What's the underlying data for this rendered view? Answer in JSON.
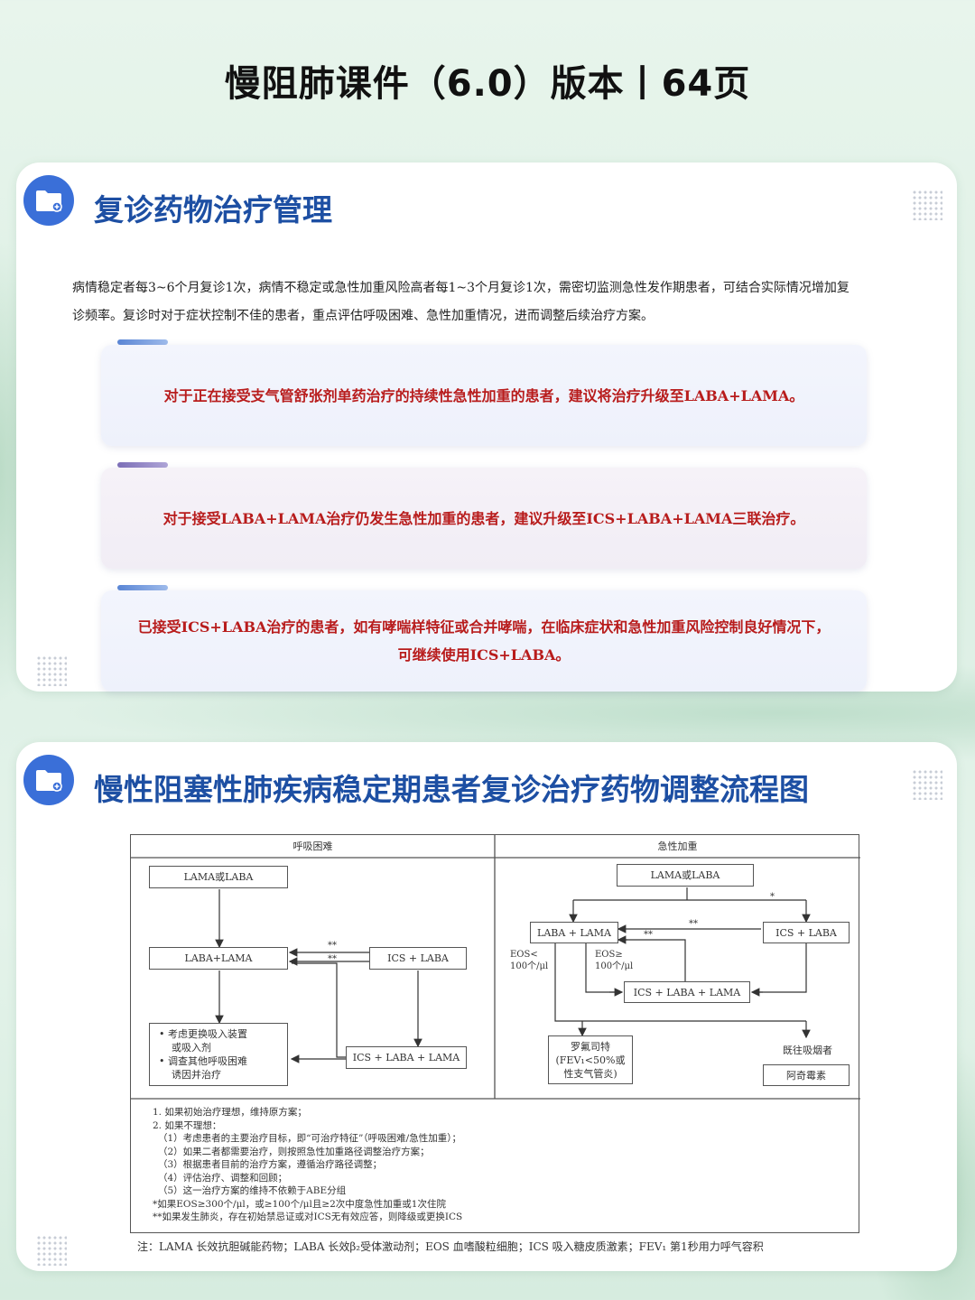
{
  "page_title": "慢阻肺课件（6.0）版本丨64页",
  "section1": {
    "icon": "folder-icon",
    "title": "复诊药物治疗管理",
    "intro_line1": "病情稳定者每3~6个月复诊1次，病情不稳定或急性加重风险高者每1~3个月复诊1次，需密切监测急性发作期患者，可结合实际情况增加复",
    "intro_line2": "诊频率。复诊时对于症状控制不佳的患者，重点评估呼吸困难、急性加重情况，进而调整后续治疗方案。",
    "recommendations": [
      {
        "line1": "对于正在接受支气管舒张剂单药治疗的持续性急性加重的患者，建议将治疗升级至LABA+LAMA。",
        "line2": ""
      },
      {
        "line1": "对于接受LABA+LAMA治疗仍发生急性加重的患者，建议升级至ICS+LABA+LAMA三联治疗。",
        "line2": ""
      },
      {
        "line1": "已接受ICS+LABA治疗的患者，如有哮喘样特征或合并哮喘，在临床症状和急性加重风险控制良好情况下，",
        "line2": "可继续使用ICS+LABA。"
      }
    ]
  },
  "section2": {
    "icon": "folder-icon",
    "title": "慢性阻塞性肺疾病稳定期患者复诊治疗药物调整流程图",
    "flowchart": {
      "left_header": "呼吸困难",
      "right_header": "急性加重",
      "left": {
        "start": "LAMA或LABA",
        "dual": "LABA+LAMA",
        "ics_laba": "ICS + LABA",
        "triple": "ICS + LABA + LAMA",
        "consider_1a": "• 考虑更换吸入装置",
        "consider_1b": "或吸入剂",
        "consider_2a": "• 调查其他呼吸困难",
        "consider_2b": "诱因并治疗",
        "mark_top": "**",
        "mark_bottom": "**"
      },
      "right": {
        "start": "LAMA或LABA",
        "dual": "LABA + LAMA",
        "ics_laba": "ICS + LABA",
        "triple": "ICS + LABA + LAMA",
        "eos_low_1": "EOS<",
        "eos_low_2": "100个/μl",
        "eos_high_1": "EOS≥",
        "eos_high_2": "100个/μl",
        "roflumilast_1": "罗氟司特",
        "roflumilast_2": "(FEV₁<50%或",
        "roflumilast_3": "性支气管炎)",
        "former_smoker": "既往吸烟者",
        "azithromycin": "阿奇霉素",
        "mark_star": "*",
        "mark_dstar_top": "**",
        "mark_dstar_bottom": "**"
      },
      "notes": [
        "1. 如果初始治疗理想，维持原方案；",
        "2. 如果不理想：",
        "（1）考虑患者的主要治疗目标，即“可治疗特征”（呼吸困难/急性加重）；",
        "（2）如果二者都需要治疗，则按照急性加重路径调整治疗方案；",
        "（3）根据患者目前的治疗方案，遵循治疗路径调整；",
        "（4）评估治疗、调整和回顾；",
        "（5）这一治疗方案的维持不依赖于ABE分组",
        "*如果EOS≥300个/μl，或≥100个/μl且≥2次中度急性加重或1次住院",
        "**如果发生肺炎，存在初始禁忌证或对ICS无有效应答，则降级或更换ICS"
      ]
    },
    "footnote": "注：LAMA 长效抗胆碱能药物；LABA 长效β₂受体激动剂；EOS 血嗜酸粒细胞；ICS 吸入糖皮质激素；FEV₁ 第1秒用力呼气容积"
  }
}
